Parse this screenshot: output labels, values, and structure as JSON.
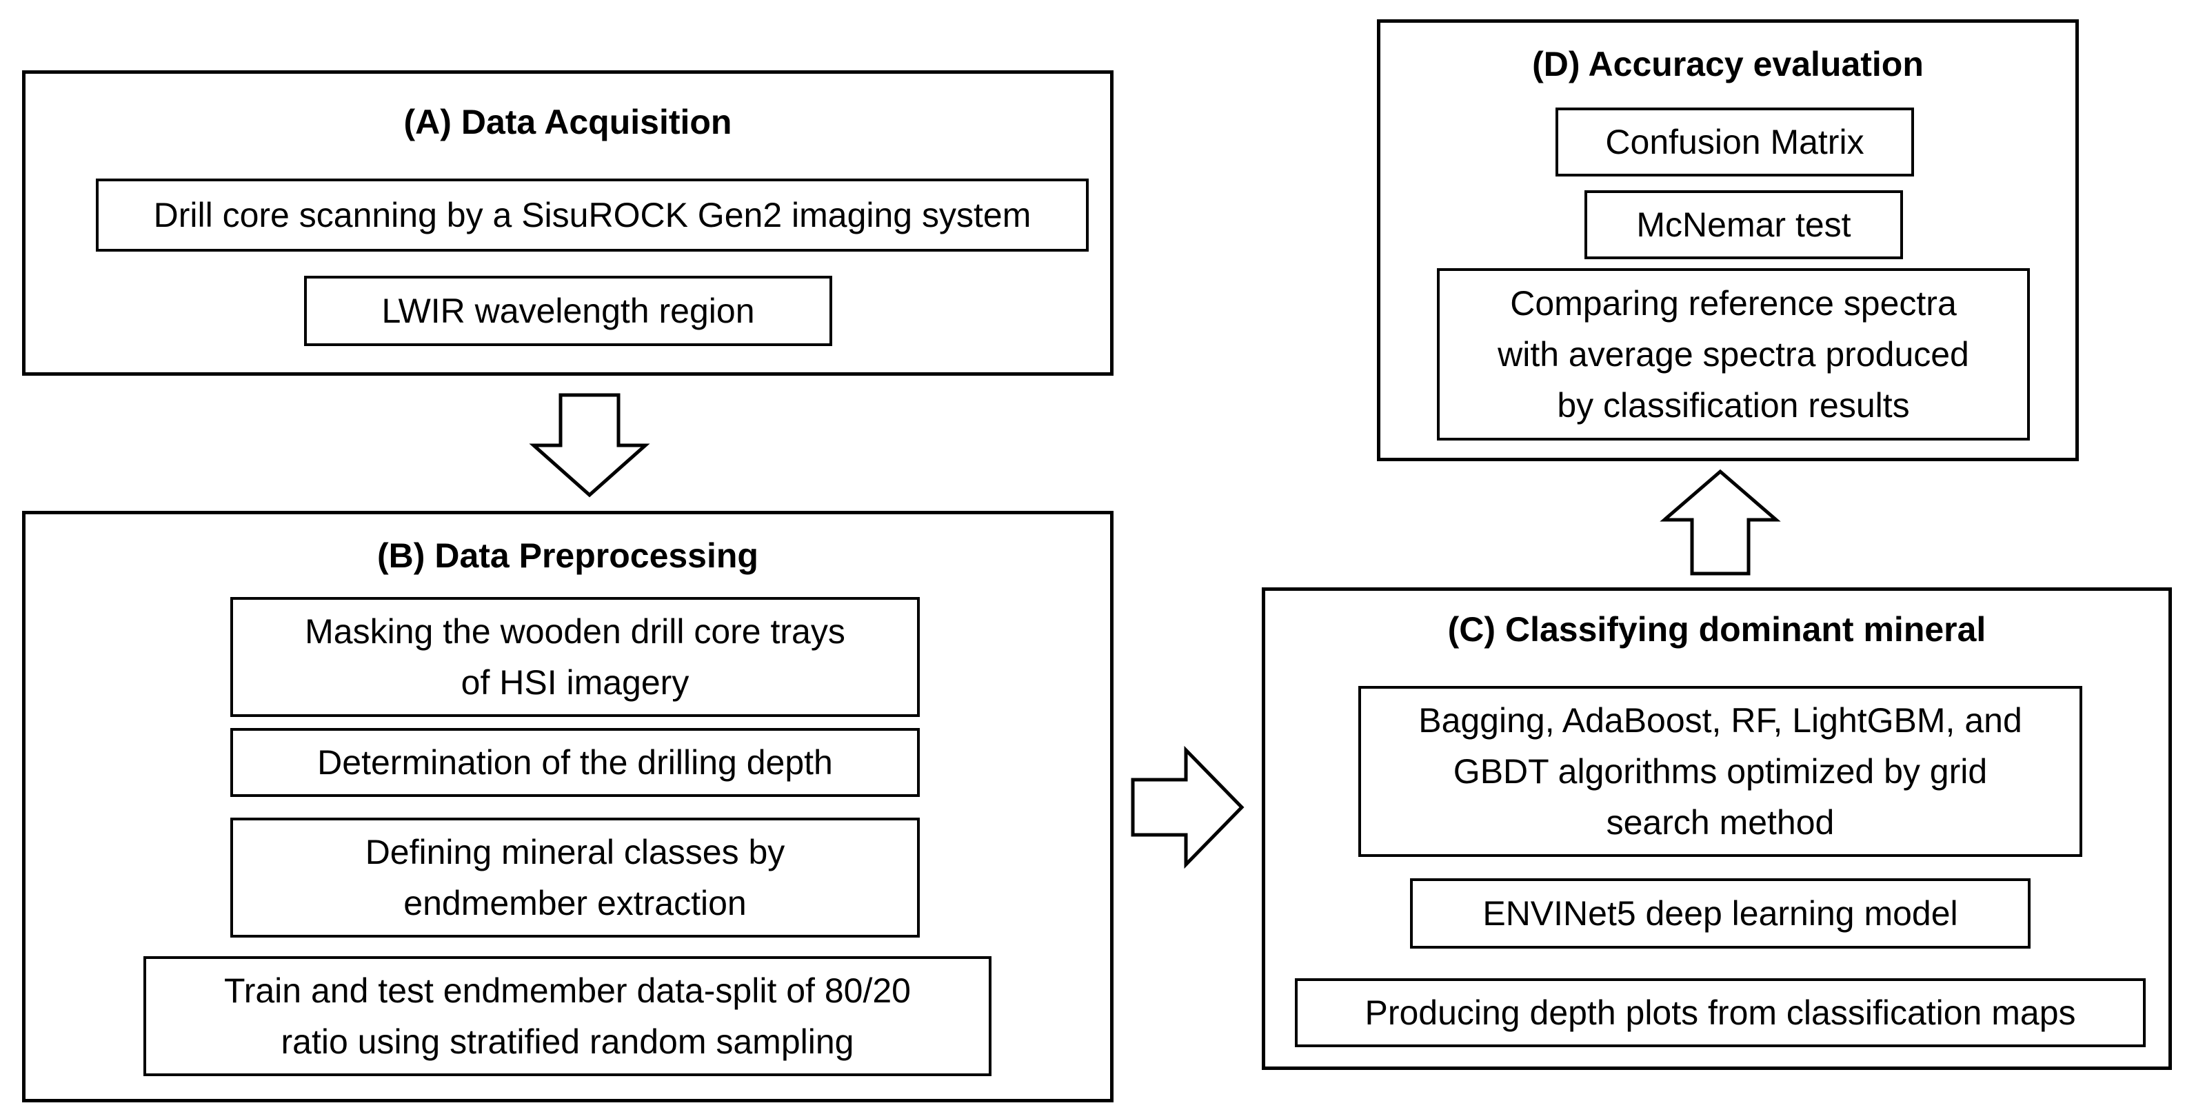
{
  "panels": {
    "A": {
      "title": "(A) Data Acquisition",
      "items": [
        "Drill core scanning by a SisuROCK Gen2 imaging system",
        "LWIR wavelength region"
      ]
    },
    "B": {
      "title": "(B) Data Preprocessing",
      "items": [
        [
          "Masking the wooden drill core trays",
          "of HSI imagery"
        ],
        [
          "Determination of the drilling depth"
        ],
        [
          "Defining mineral classes by",
          "endmember extraction"
        ],
        [
          "Train and test endmember data-split of 80/20",
          "ratio using stratified random sampling"
        ]
      ]
    },
    "C": {
      "title": "(C) Classifying dominant mineral",
      "items": [
        [
          "Bagging, AdaBoost, RF, LightGBM, and",
          "GBDT algorithms optimized by grid",
          "search method"
        ],
        [
          "ENVINet5 deep learning model"
        ],
        [
          "Producing depth plots from classification maps"
        ]
      ]
    },
    "D": {
      "title": "(D) Accuracy evaluation",
      "items": [
        [
          "Confusion Matrix"
        ],
        [
          "McNemar test"
        ],
        [
          "Comparing reference spectra",
          "with average spectra produced",
          "by classification results"
        ]
      ]
    }
  }
}
